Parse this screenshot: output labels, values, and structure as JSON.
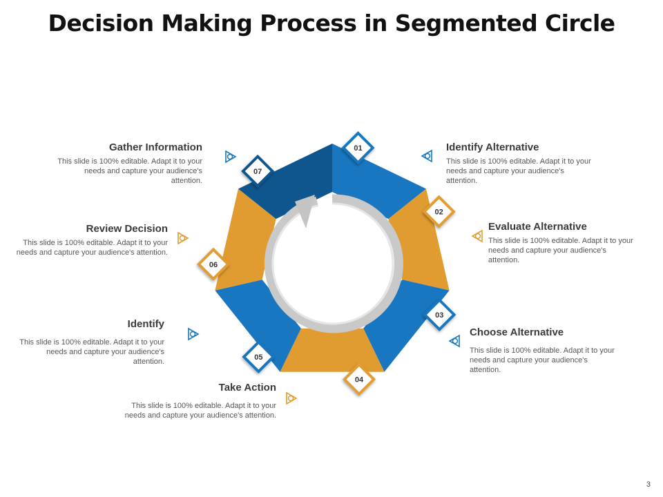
{
  "title": "Decision Making Process in Segmented Circle",
  "page_number": "3",
  "colors": {
    "blue": "#1877c0",
    "orange": "#e19c31",
    "dark_blue": "#0f568e",
    "ring": "#cfcfcf"
  },
  "steps": [
    {
      "number": "01",
      "title": "Identify Alternative",
      "desc": "This slide is 100% editable. Adapt it to your needs and capture your audience's attention.",
      "color": "blue",
      "icon": "person-icon"
    },
    {
      "number": "02",
      "title": "Evaluate Alternative",
      "desc": "This slide is 100% editable. Adapt it to your needs and capture your audience's attention.",
      "color": "orange",
      "icon": "magnifier-icon"
    },
    {
      "number": "03",
      "title": "Choose Alternative",
      "desc": "This slide is 100% editable. Adapt it to your needs and capture your audience's attention.",
      "color": "blue",
      "icon": "checklist-icon"
    },
    {
      "number": "04",
      "title": "Take Action",
      "desc": "This slide is 100% editable. Adapt it to your needs and capture your audience's attention.",
      "color": "orange",
      "icon": "action-icon"
    },
    {
      "number": "05",
      "title": "Identify",
      "desc": "This slide is 100% editable. Adapt it to your needs and capture your audience's attention.",
      "color": "blue",
      "icon": "person-icon"
    },
    {
      "number": "06",
      "title": "Review Decision",
      "desc": "This slide is 100% editable. Adapt it to your needs and capture your audience's attention.",
      "color": "orange",
      "icon": "review-icon"
    },
    {
      "number": "07",
      "title": "Gather Information",
      "desc": "This slide is 100% editable. Adapt it to your needs and capture your audience's attention.",
      "color": "blue",
      "icon": "info-icon"
    }
  ]
}
